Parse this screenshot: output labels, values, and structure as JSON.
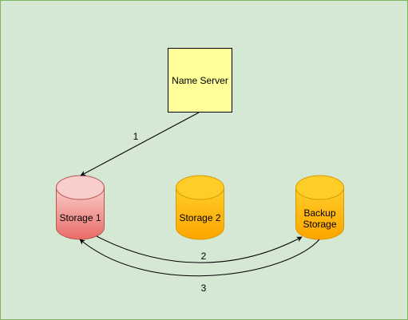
{
  "colors": {
    "background": "#d5e8d4",
    "background_border": "#82b366",
    "name_server_fill": "#ffff99",
    "name_server_stroke": "#000000",
    "storage1_fill_top": "#f8cecc",
    "storage1_fill_bottom": "#ea6b66",
    "storage1_stroke": "#b85450",
    "orange_fill_top": "#ffcd28",
    "orange_fill_bottom": "#ffa500",
    "orange_stroke": "#d79b00",
    "edge": "#000000"
  },
  "nodes": {
    "name_server": {
      "label": "Name Server"
    },
    "storage1": {
      "label": "Storage 1"
    },
    "storage2": {
      "label": "Storage 2"
    },
    "backup": {
      "label": "Backup\nStorage"
    }
  },
  "edges": {
    "e1": {
      "label": "1"
    },
    "e2": {
      "label": "2"
    },
    "e3": {
      "label": "3"
    }
  }
}
